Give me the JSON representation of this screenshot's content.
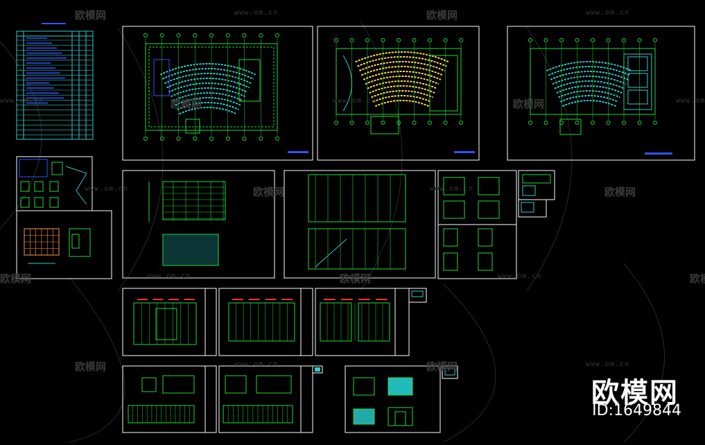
{
  "watermark": {
    "brand": "欧模网",
    "url": "www.om.cn",
    "id_label": "ID:1649844"
  },
  "colors": {
    "background": "#000000",
    "frame": "#ffffff",
    "line_green": "#22dd33",
    "line_cyan": "#33cccc",
    "line_blue": "#3355ff",
    "accent_red": "#ff3333",
    "accent_yellow": "#ffdd55",
    "watermark": "#3a3a3a"
  }
}
